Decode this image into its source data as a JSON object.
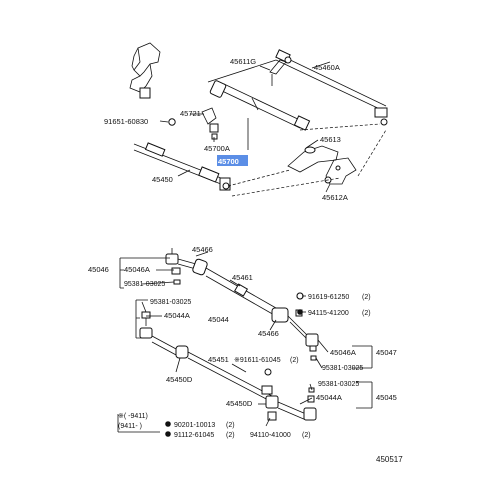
{
  "top_group": {
    "labels": {
      "p45611G": "45611G",
      "p45460A": "45460A",
      "p45721": "45721",
      "p91651": "91651-60830",
      "p45700A": "45700A",
      "p45700": "45700",
      "p45613": "45613",
      "p45450": "45450",
      "p45612A": "45612A"
    },
    "highlight_color": "#5b8ee6"
  },
  "bottom_group": {
    "labels": {
      "p45466a": "45466",
      "p45046": "45046",
      "p45046A": "45046A",
      "p95381a": "95381-03025",
      "p45461": "45461",
      "p91619": "91619-61250",
      "p91619q": "(2)",
      "p95381b": "95381-03025",
      "p94115": "94115-41200",
      "p94115q": "(2)",
      "p45044A": "45044A",
      "p45044": "45044",
      "p45466b": "45466",
      "p45046Ab": "45046A",
      "p45047": "45047",
      "p95381c": "95381-03025",
      "p45451": "45451",
      "p91611": "※91611-61045",
      "p91611q": "(2)",
      "p45450Db": "45450D",
      "p45450Dc": "45450D",
      "p95381d": "95381-03025",
      "p45044Ab": "45044A",
      "p45045": "45045",
      "note_range1": "※(      -9411)",
      "note_range2": "(9411-       )",
      "p90201": "90201-10013",
      "p90201q": "(2)",
      "p91112": "91112-61045",
      "p91112q": "(2)",
      "p94110": "94110-41000",
      "p94110q": "(2)"
    }
  },
  "figure_number": "450517"
}
